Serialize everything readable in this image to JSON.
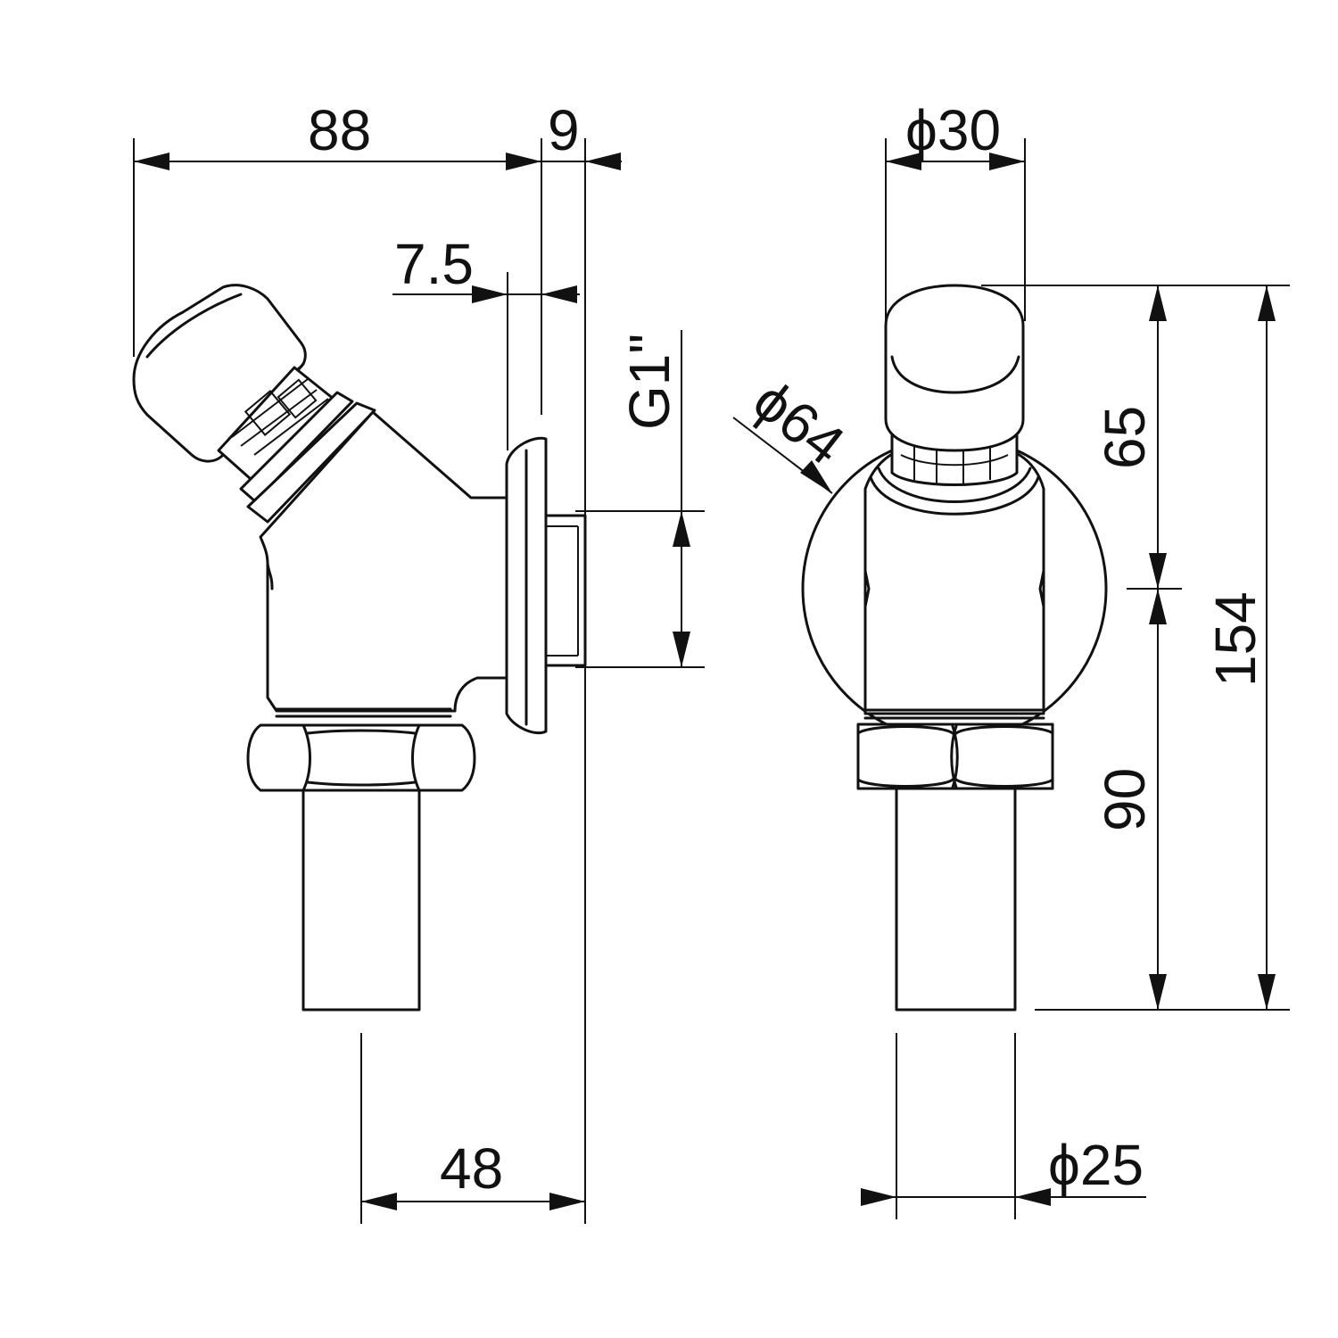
{
  "drawing": {
    "side_view": {
      "dim_overall_width": "88",
      "dim_flange": "9",
      "dim_flange_offset": "7.5",
      "dim_thread": "G1\"",
      "dim_outlet_offset": "48"
    },
    "front_view": {
      "dim_button_diameter": "ϕ30",
      "dim_rosette_diameter": "ϕ64",
      "dim_outlet_diameter": "ϕ25",
      "dim_upper_height": "65",
      "dim_lower_height": "90",
      "dim_total_height": "154"
    },
    "colors": {
      "line": "#111111",
      "background": "#ffffff"
    }
  }
}
